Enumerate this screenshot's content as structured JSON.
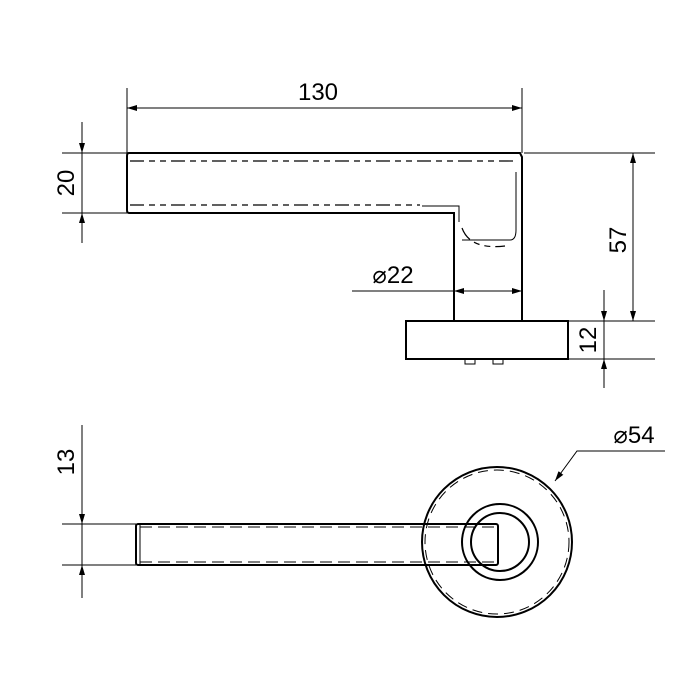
{
  "dimensions": {
    "length": "130",
    "handle_height": "20",
    "total_height": "57",
    "neck_diameter": "⌀22",
    "rose_height": "12",
    "handle_width": "13",
    "rose_diameter": "⌀54"
  },
  "colors": {
    "line": "#000000",
    "background": "#ffffff"
  }
}
